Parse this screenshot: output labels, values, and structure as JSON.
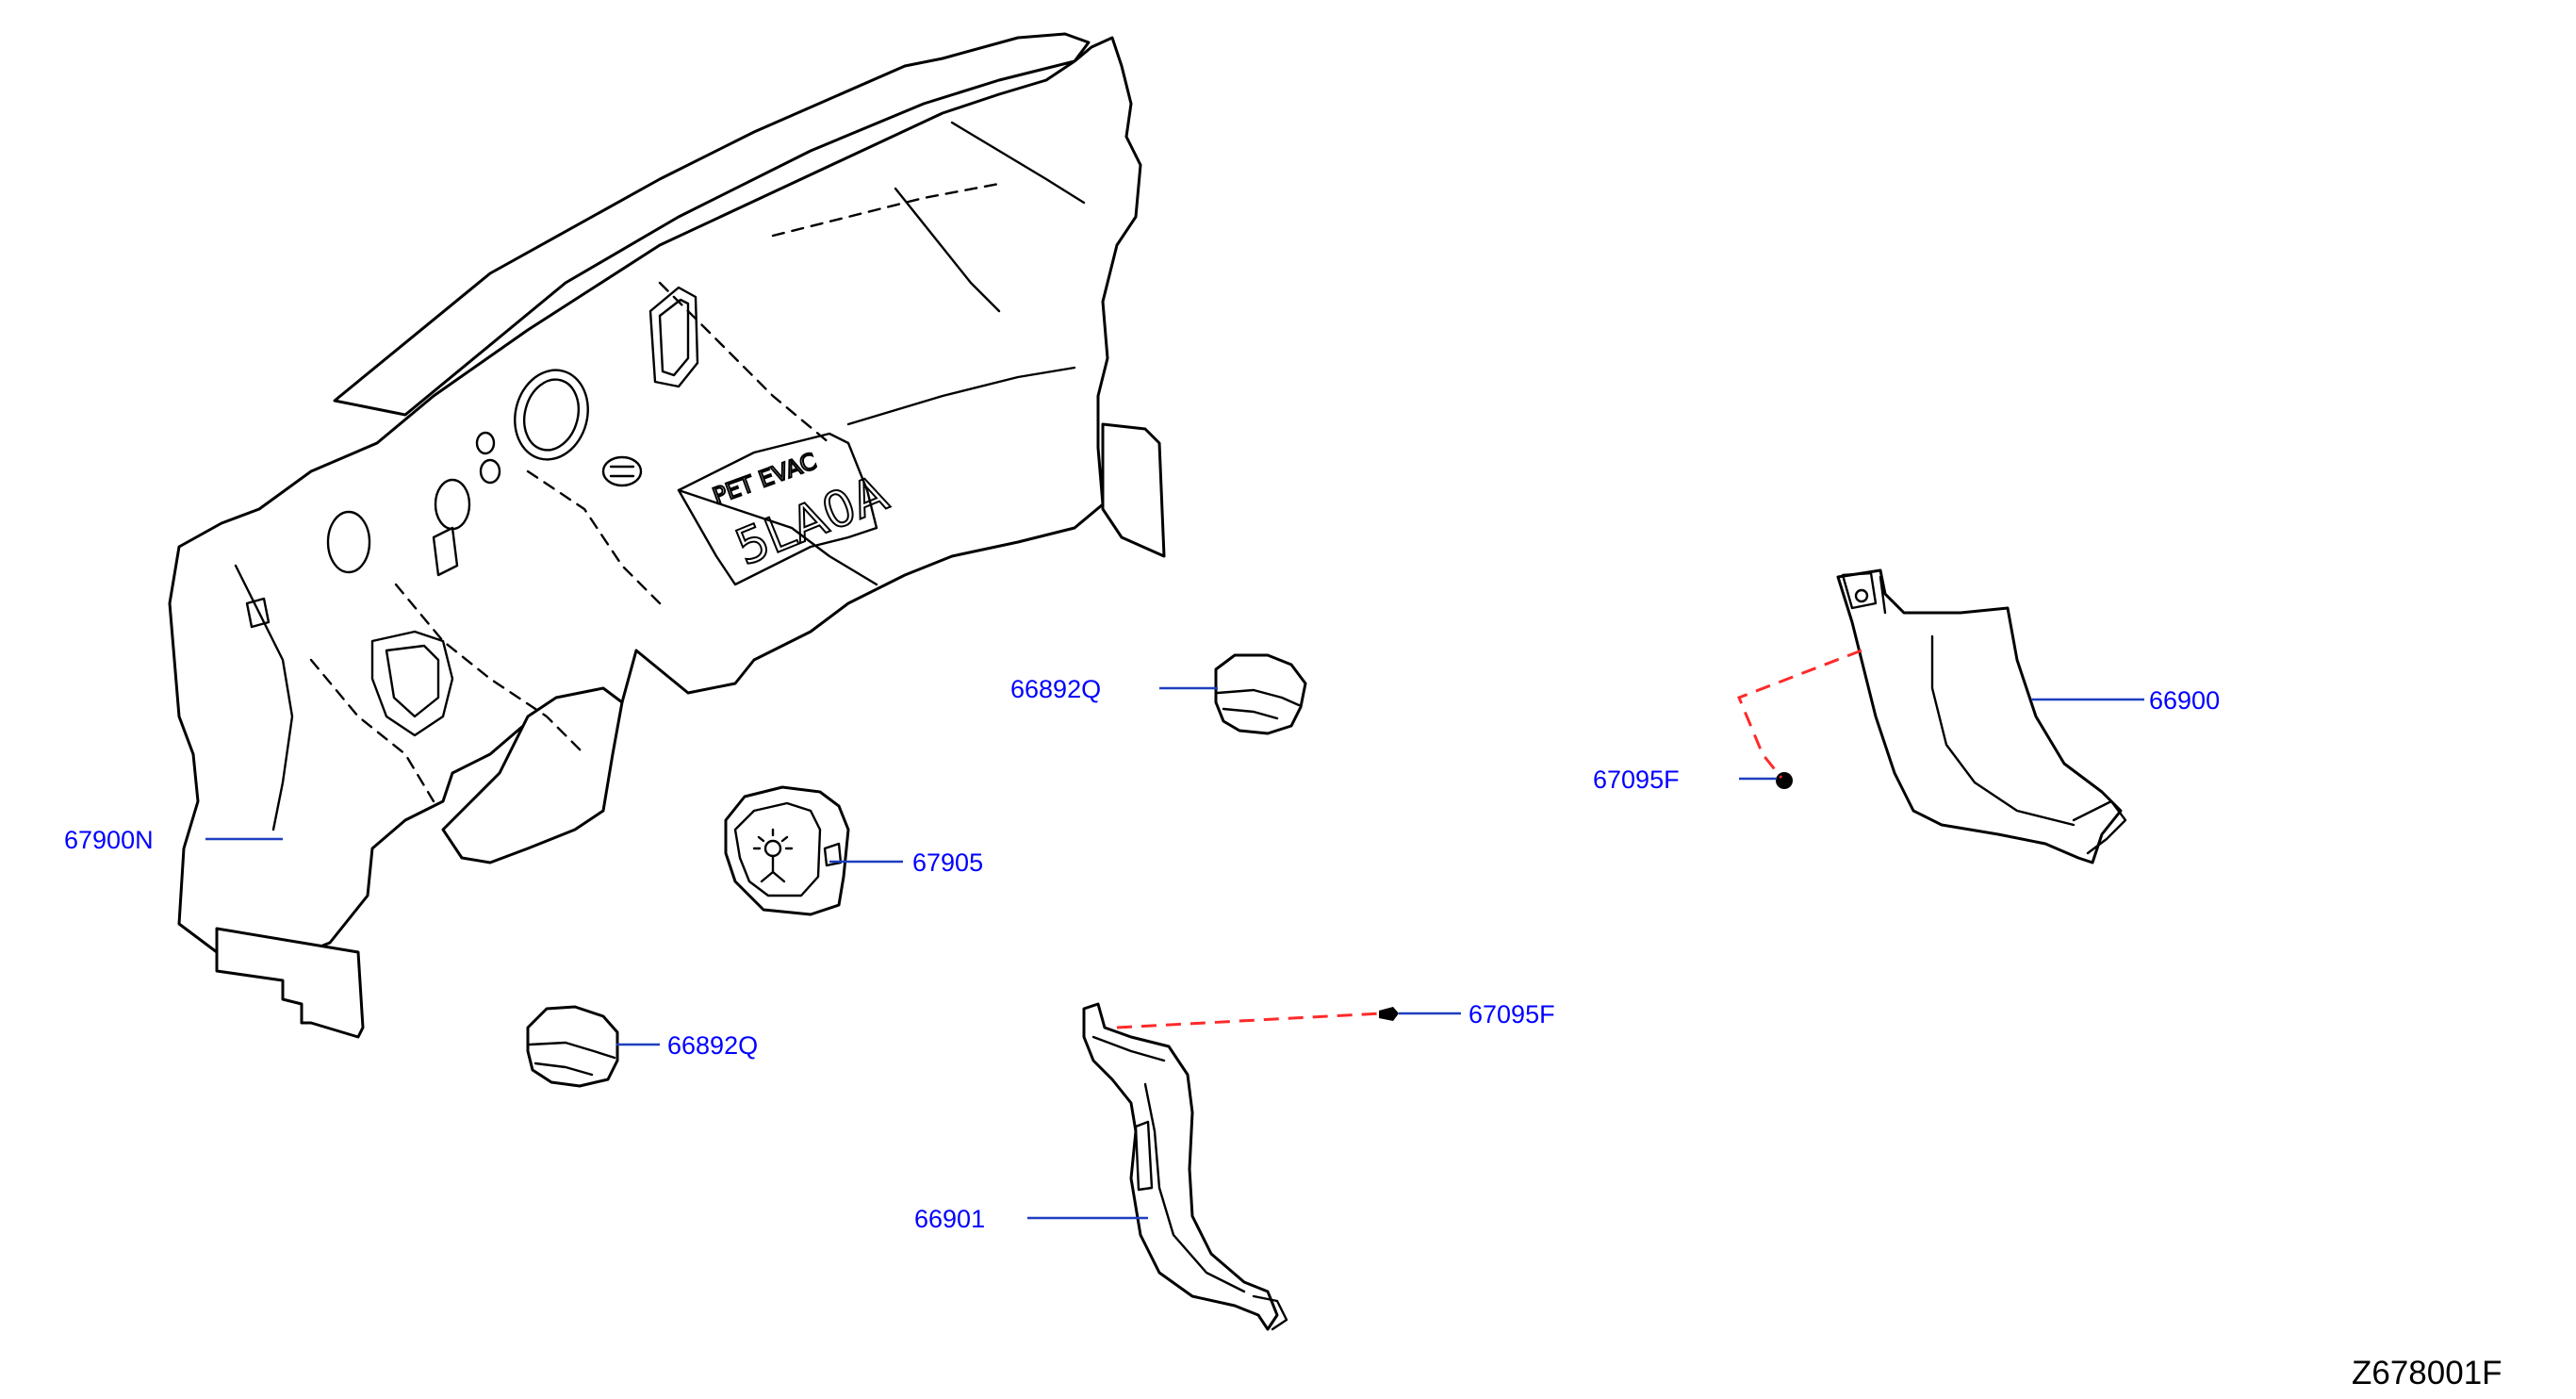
{
  "diagram": {
    "id_label": "Z678001F",
    "embossed_text": {
      "top": "PET EVAC",
      "bottom": "5LA0A"
    },
    "parts": [
      {
        "key": "insulator_dash",
        "label": "67900N"
      },
      {
        "key": "insulator_center",
        "label": "67905"
      },
      {
        "key": "pad_upper",
        "label": "66892Q"
      },
      {
        "key": "pad_lower",
        "label": "66892Q"
      },
      {
        "key": "cowl_side_right",
        "label": "66900"
      },
      {
        "key": "clip_right",
        "label": "67095F"
      },
      {
        "key": "clip_left",
        "label": "67095F"
      },
      {
        "key": "cowl_side_left",
        "label": "66901"
      }
    ]
  },
  "colors": {
    "label_text": "#0000ff",
    "leader_line": "#1f3fbf",
    "install_line": "#ff2a2a",
    "part_outline": "#000000"
  }
}
